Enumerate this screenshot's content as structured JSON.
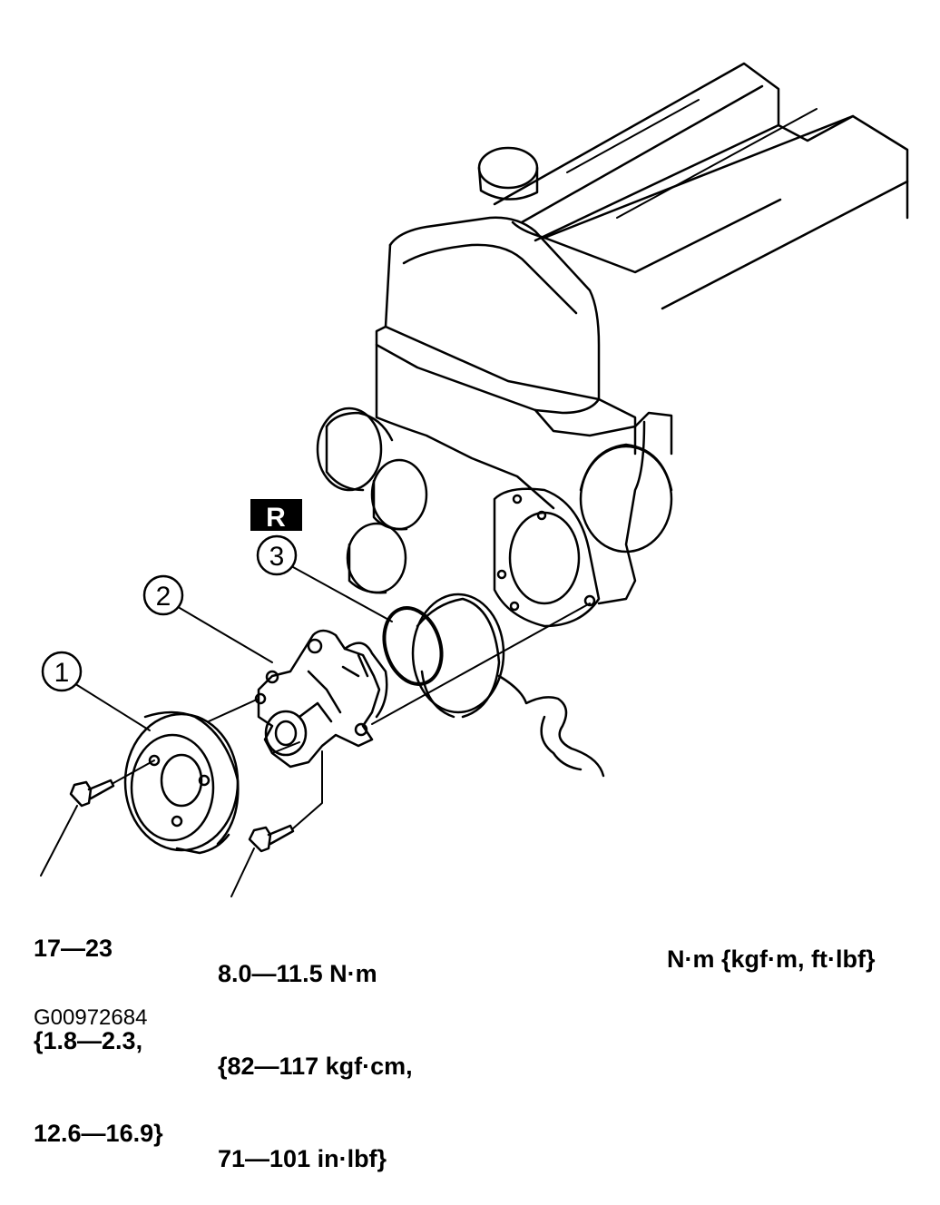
{
  "callouts": {
    "pulley": "1",
    "water_pump": "2",
    "gasket": "3",
    "replace_badge": "R"
  },
  "torque": {
    "pulley_bolt": [
      "17—23",
      "{1.8—2.3,",
      "12.6—16.9}"
    ],
    "pump_bolt": [
      "8.0—11.5 N·m",
      "{82—117 kgf·cm,",
      "71—101 in·lbf}"
    ],
    "units_note": "N·m {kgf·m, ft·lbf}"
  },
  "figure_id": "G00972684"
}
